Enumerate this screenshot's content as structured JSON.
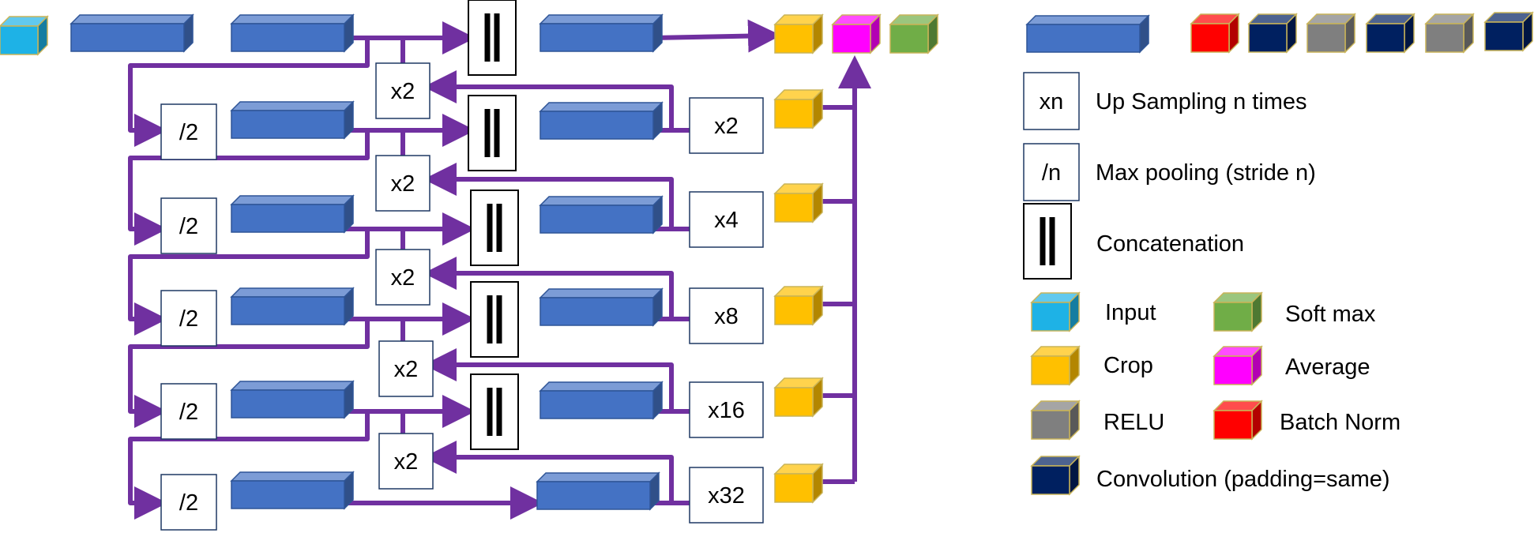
{
  "colors": {
    "arrow": "#7030a0",
    "input": "#1eb2e6",
    "crop": "#ffc000",
    "softmax": "#70ad47",
    "average": "#ff00ff",
    "relu": "#7f7f7f",
    "batch_norm": "#ff0000",
    "convolution": "#002060",
    "block": "#4472c4",
    "block_border": "#2f5597",
    "cube_border": "#c9b458"
  },
  "labels": {
    "upsample_x2": "x2",
    "pool_div2": "/2",
    "scales": [
      "x2",
      "x4",
      "x8",
      "x16",
      "x32"
    ]
  },
  "legend": {
    "upsampling": {
      "symbol": "xn",
      "text": "Up Sampling  n times"
    },
    "maxpool": {
      "symbol": "/n",
      "text": "Max pooling (stride n)"
    },
    "concat": {
      "text": "Concatenation"
    },
    "input": "Input",
    "softmax": "Soft max",
    "crop": "Crop",
    "average": "Average",
    "relu": "RELU",
    "batch_norm": "Batch Norm",
    "convolution": "Convolution (padding=same)"
  }
}
